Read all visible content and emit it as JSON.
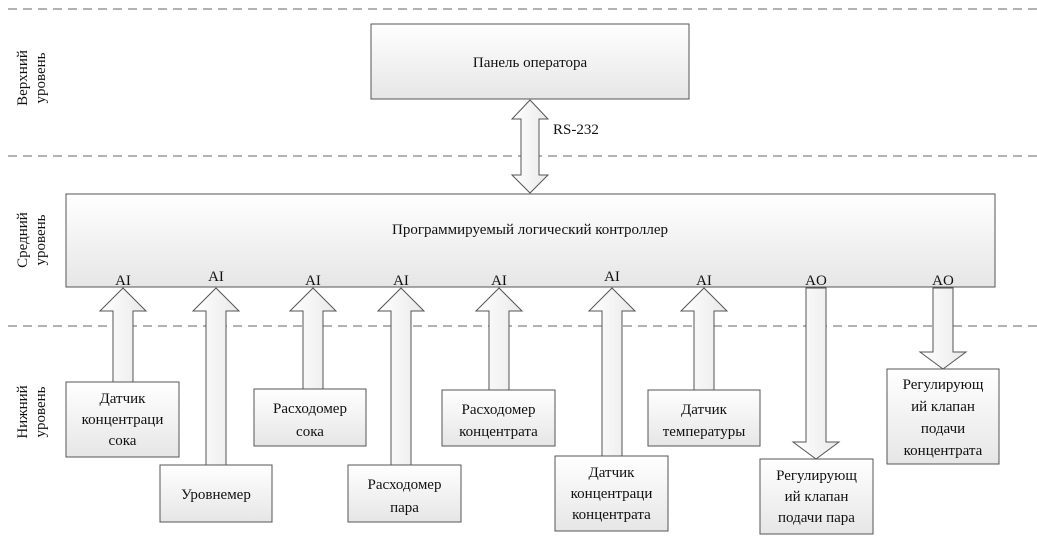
{
  "levels": {
    "top": [
      "Верхний",
      "уровень"
    ],
    "middle": [
      "Средний",
      "уровень"
    ],
    "bottom": [
      "Нижний",
      "уровень"
    ]
  },
  "operator_panel": "Панель оператора",
  "link_label": "RS-232",
  "controller": "Программируемый логический контроллер",
  "io_labels": [
    "AI",
    "AI",
    "AI",
    "AI",
    "AI",
    "AI",
    "AI",
    "AO",
    "AO"
  ],
  "devices": [
    {
      "id": "juice-concentration-sensor",
      "lines": [
        "Датчик",
        "концентраци",
        "сока"
      ],
      "signal": "AI"
    },
    {
      "id": "level-meter",
      "lines": [
        "Уровнемер"
      ],
      "signal": "AI"
    },
    {
      "id": "juice-flowmeter",
      "lines": [
        "Расходомер",
        "сока"
      ],
      "signal": "AI"
    },
    {
      "id": "steam-flowmeter",
      "lines": [
        "Расходомер",
        "пара"
      ],
      "signal": "AI"
    },
    {
      "id": "concentrate-flowmeter",
      "lines": [
        "Расходомер",
        "концентрата"
      ],
      "signal": "AI"
    },
    {
      "id": "concentrate-concentration-sensor",
      "lines": [
        "Датчик",
        "концентраци",
        "концентрата"
      ],
      "signal": "AI"
    },
    {
      "id": "temperature-sensor",
      "lines": [
        "Датчик",
        "температуры"
      ],
      "signal": "AI"
    },
    {
      "id": "steam-control-valve",
      "lines": [
        "Регулирующ",
        "ий клапан",
        "подачи пара"
      ],
      "signal": "AO"
    },
    {
      "id": "concentrate-control-valve",
      "lines": [
        "Регулирующ",
        "ий клапан",
        "подачи",
        "концентрата"
      ],
      "signal": "AO"
    }
  ]
}
